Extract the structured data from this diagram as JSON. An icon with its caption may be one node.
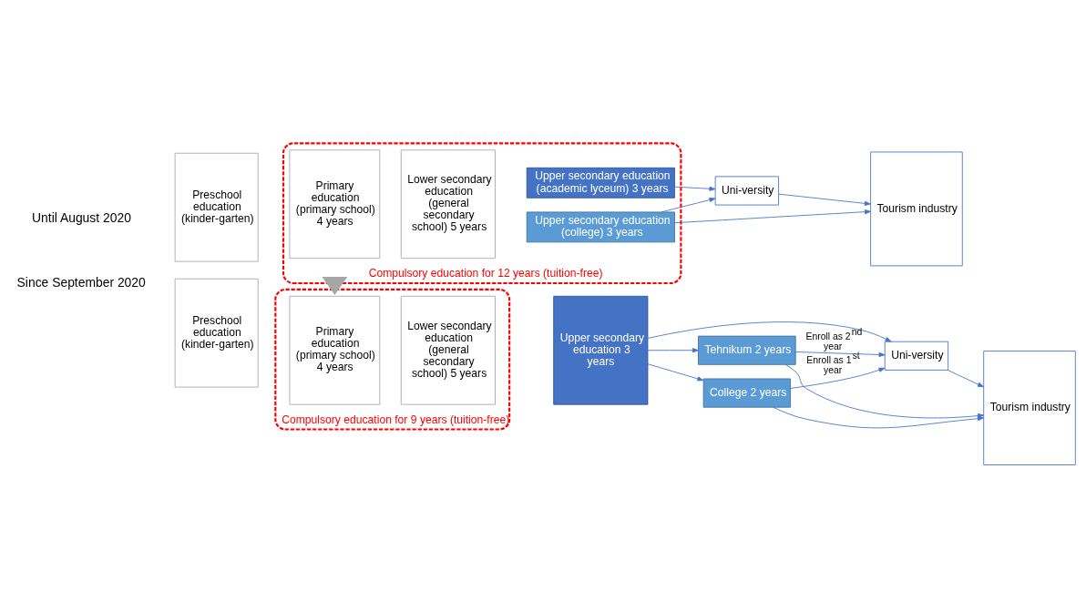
{
  "diagram": {
    "nodes": [
      {
        "text": [
          "Preschool education (kinder-garten)"
        ]
      },
      {
        "text": [
          "Compulsory education for 12 years (tuition-free)"
        ]
      },
      {
        "text": [
          "Primary education (primary school) 4 years"
        ],
        "in": 1
      },
      {
        "text": [
          "Lower secondary education (general secondary school) 5 years"
        ],
        "in": 1
      },
      {
        "text": [
          "Upper secondary education (academic lyceum) 3 years"
        ],
        "in": 1
      },
      {
        "text": [
          "Upper secondary education (college) 3 years"
        ],
        "in": 1
      },
      {
        "text": [
          "Uni-versity"
        ]
      },
      {
        "text": [
          "Tourism industry"
        ]
      },
      {
        "text": [
          "Preschool education (kinder-garten)"
        ]
      },
      {
        "text": [
          "Compulsory education for 9 years (tuition-free)"
        ]
      },
      {
        "text": [
          "Primary education (primary school) 4 years"
        ],
        "in": 9
      },
      {
        "text": [
          "Lower secondary education (general secondary school) 5 years"
        ],
        "in": 9
      },
      {
        "text": [
          "Upper secondary education 3 years"
        ]
      },
      {
        "text": [
          "Uni-versity"
        ]
      },
      {
        "text": [
          "College 2 years"
        ]
      },
      {
        "text": [
          "Tehnikum 2 years"
        ]
      },
      {
        "text": [
          "Tourism industry"
        ]
      }
    ],
    "edges": [
      {
        "from": 4,
        "to": 6,
        "arrow": "to"
      },
      {
        "from": 6,
        "to": 7,
        "arrow": "to"
      },
      {
        "from": 5,
        "to": 6,
        "arrow": "to"
      },
      {
        "from": 5,
        "to": 7,
        "arrow": "to"
      },
      {
        "from": 1,
        "to": 9,
        "arrow": "to",
        "style": "thick",
        "color": "#a6a6a6"
      },
      {
        "from": 12,
        "to": 13,
        "arrow": "to"
      },
      {
        "from": 12,
        "to": 14,
        "arrow": "to"
      },
      {
        "from": 12,
        "to": 15,
        "arrow": "to"
      },
      {
        "from": 14,
        "to": 13,
        "arrow": "to",
        "label": "Enroll as 1$^{st}$ year"
      },
      {
        "from": 15,
        "to": 13,
        "arrow": "to",
        "label": "Enroll as 2$^{nd}$ year"
      },
      {
        "from": 13,
        "to": 16,
        "arrow": "to"
      },
      {
        "from": 14,
        "to": 16,
        "arrow": "to"
      },
      {
        "from": 15,
        "to": 16,
        "arrow": "to"
      }
    ],
    "labels": [
      "Until August 2020",
      "Since September 2020"
    ]
  }
}
